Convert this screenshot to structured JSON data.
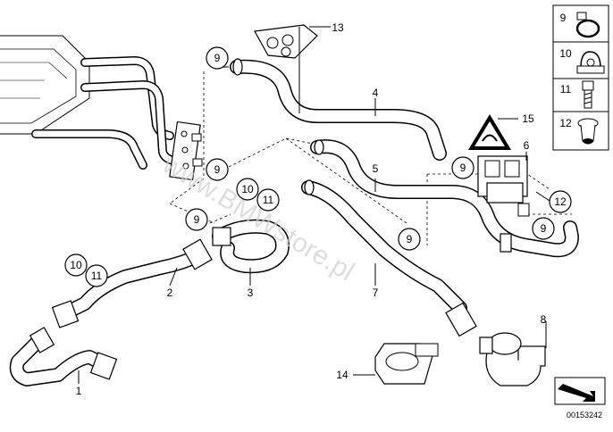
{
  "callouts": {
    "c1": "1",
    "c2": "2",
    "c3": "3",
    "c4": "4",
    "c5": "5",
    "c6": "6",
    "c7": "7",
    "c8": "8",
    "c9a": "9",
    "c9b": "9",
    "c9c": "9",
    "c9d": "9",
    "c9e": "9",
    "c9f": "9",
    "c10a": "10",
    "c10b": "10",
    "c11a": "11",
    "c11b": "11",
    "c12": "12",
    "c13": "13",
    "c14": "14",
    "c15": "15"
  },
  "legend": {
    "items": [
      {
        "num": "9",
        "icon": "hose-clamp-icon"
      },
      {
        "num": "10",
        "icon": "clip-icon"
      },
      {
        "num": "11",
        "icon": "screw-icon"
      },
      {
        "num": "12",
        "icon": "rubber-grommet-icon"
      }
    ]
  },
  "watermark": "www.BMWstore.pl",
  "footer": {
    "diagram_number": "00153242"
  }
}
